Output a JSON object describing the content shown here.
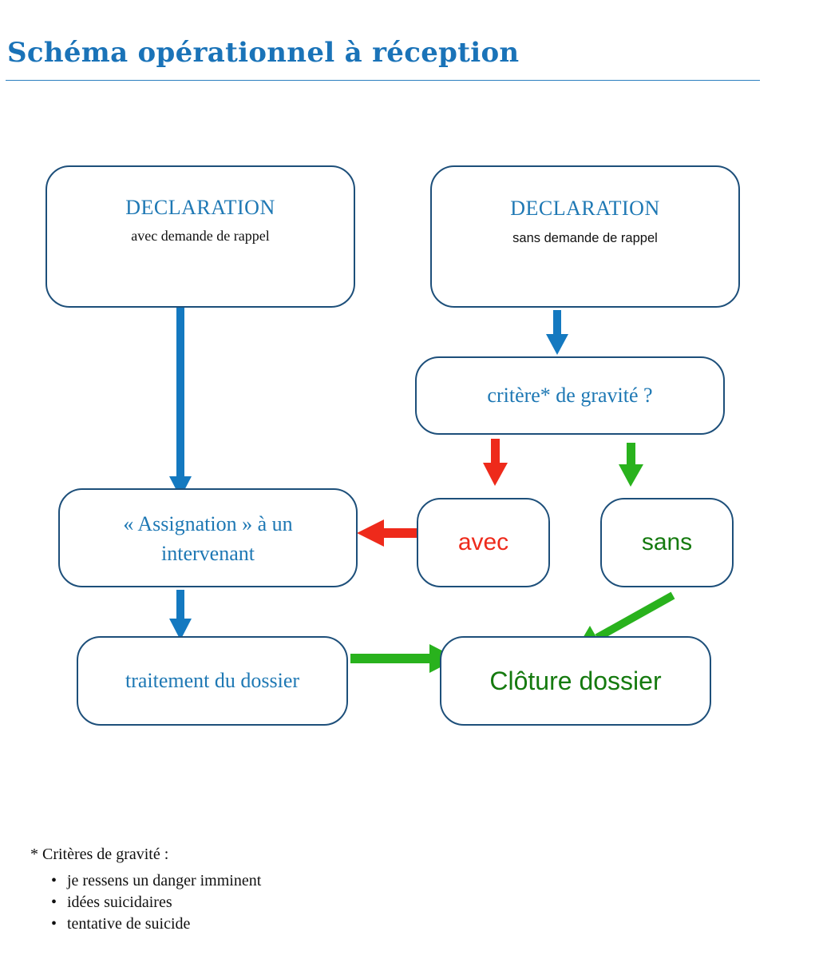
{
  "title": "Schéma opérationnel à réception",
  "nodes": {
    "decl_avec": {
      "heading": "DECLARATION",
      "sub": "avec demande de rappel"
    },
    "decl_sans": {
      "heading": "DECLARATION",
      "sub": "sans demande de rappel"
    },
    "critere": {
      "label": "critère* de gravité ?"
    },
    "avec": {
      "label": "avec"
    },
    "sans": {
      "label": "sans"
    },
    "assignation": {
      "line1": "« Assignation » à un",
      "line2": "intervenant"
    },
    "traitement": {
      "label": "traitement du dossier"
    },
    "cloture": {
      "label": "Clôture dossier"
    }
  },
  "footnote": {
    "heading": "* Critères de gravité :",
    "items": [
      "je ressens un danger imminent",
      "idées suicidaires",
      "tentative de suicide"
    ]
  },
  "colors": {
    "title": "#1a73b8",
    "box_border": "#1d4f7a",
    "blue_text": "#1e78b4",
    "blue_arrow": "#1479c0",
    "red": "#ee2a1b",
    "green_arrow": "#29b21d",
    "green_text": "#157a0f"
  }
}
